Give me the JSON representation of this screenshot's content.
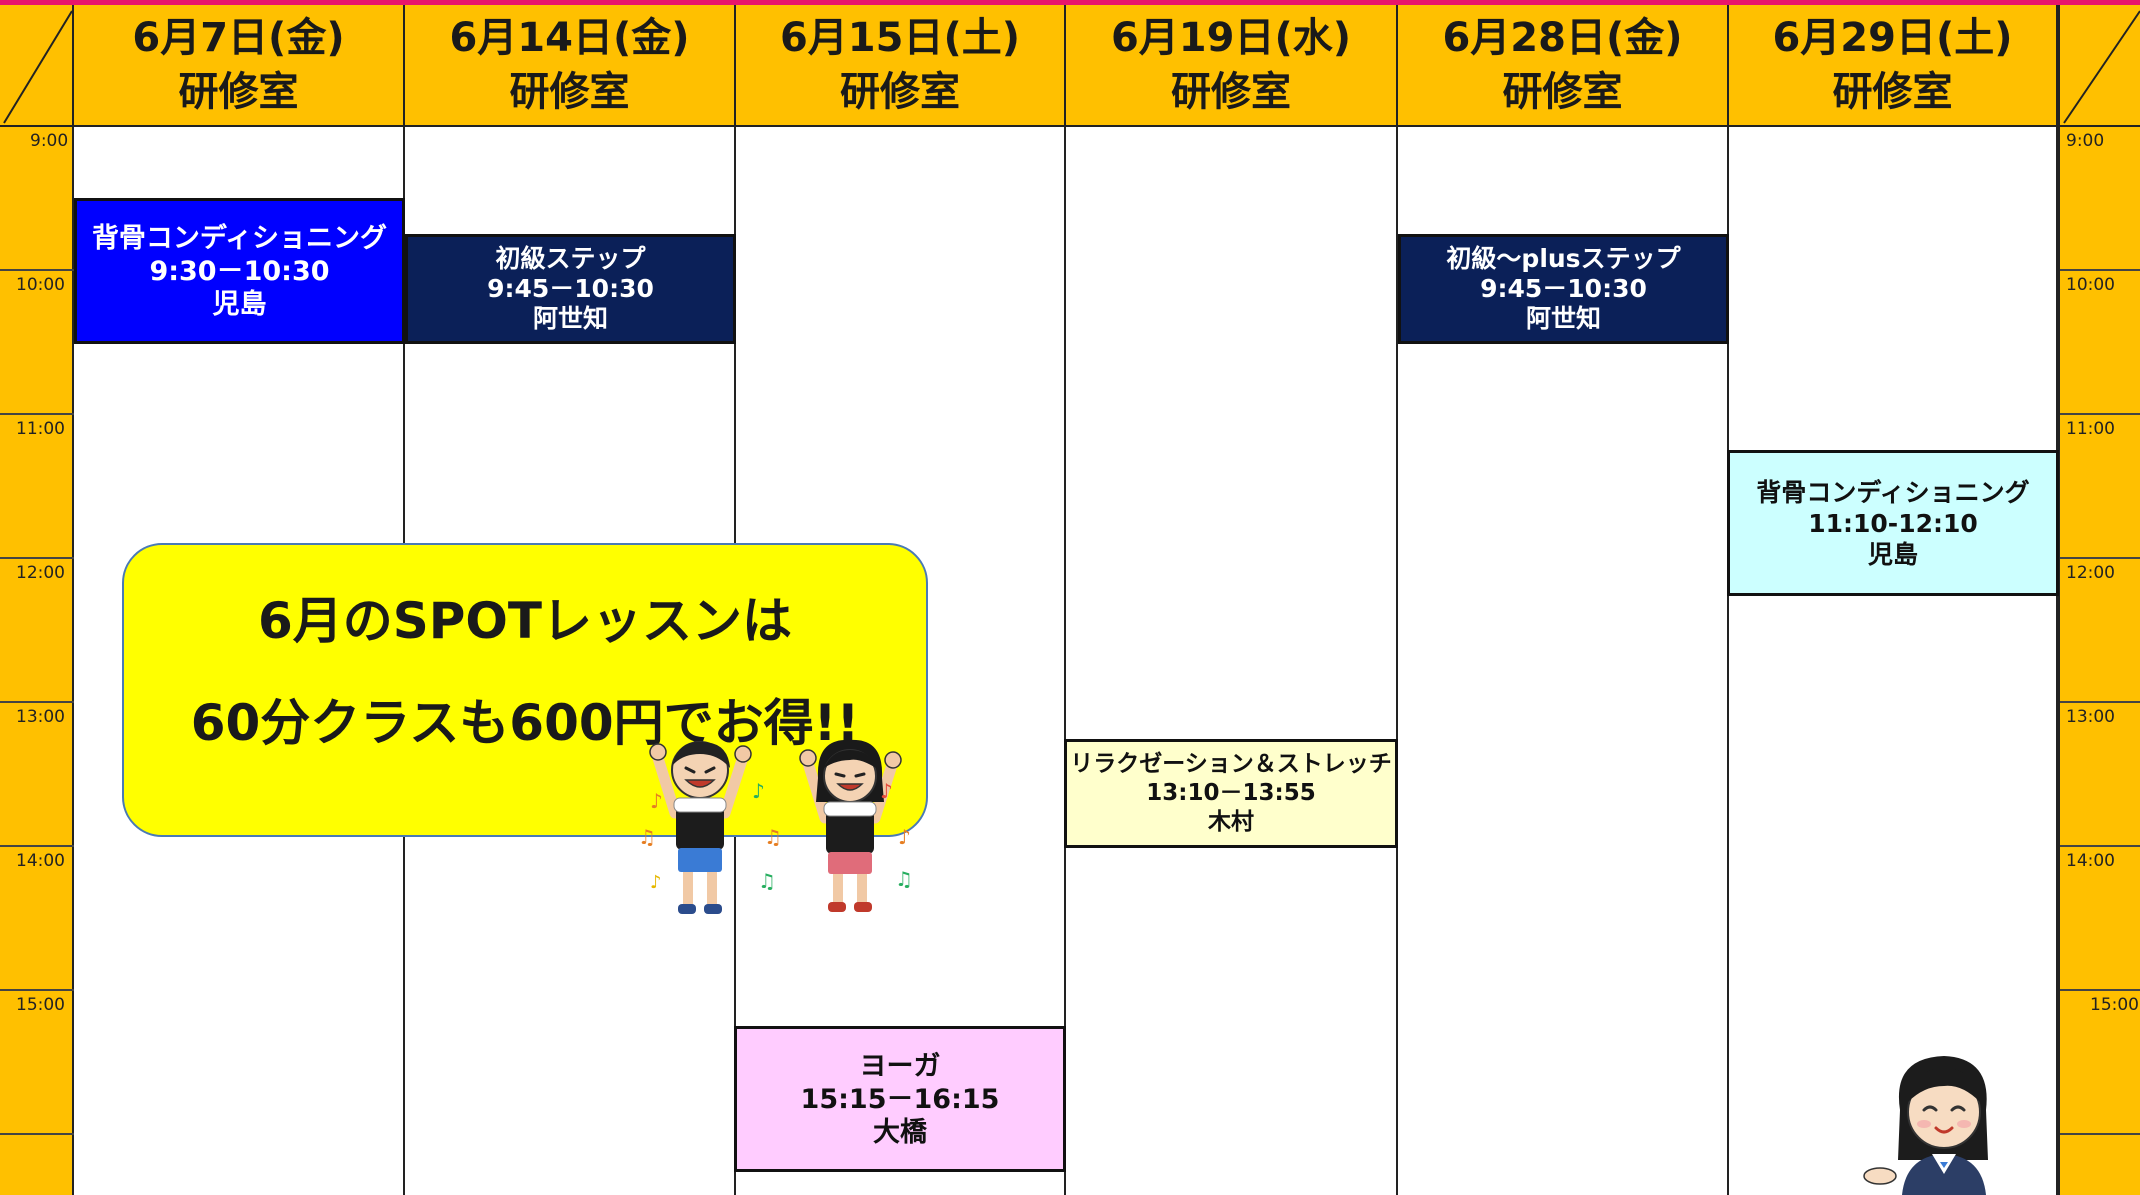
{
  "days": [
    {
      "date": "6月7日(金)",
      "room": "研修室"
    },
    {
      "date": "6月14日(金)",
      "room": "研修室"
    },
    {
      "date": "6月15日(土)",
      "room": "研修室"
    },
    {
      "date": "6月19日(水)",
      "room": "研修室"
    },
    {
      "date": "6月28日(金)",
      "room": "研修室"
    },
    {
      "date": "6月29日(土)",
      "room": "研修室"
    }
  ],
  "times": [
    "9:00",
    "10:00",
    "11:00",
    "12:00",
    "13:00",
    "14:00",
    "15:00"
  ],
  "events": [
    {
      "title": "背骨コンディショニング",
      "time": "9:30－10:30",
      "instructor": "児島",
      "color": "#0000ff",
      "text_color": "#ffffff"
    },
    {
      "title": "初級ステップ",
      "time": "9:45－10:30",
      "instructor": "阿世知",
      "color": "#0b2058",
      "text_color": "#ffffff"
    },
    {
      "title": "初級～plusステップ",
      "time": "9:45－10:30",
      "instructor": "阿世知",
      "color": "#0b2058",
      "text_color": "#ffffff"
    },
    {
      "title": "背骨コンディショニング",
      "time": "11:10-12:10",
      "instructor": "児島",
      "color": "#ccffff",
      "text_color": "#111111"
    },
    {
      "title": "リラクゼーション＆ストレッチ",
      "time": "13:10－13:55",
      "instructor": "木村",
      "color": "#ffffcc",
      "text_color": "#111111"
    },
    {
      "title": "ヨーガ",
      "time": "15:15－16:15",
      "instructor": "大橋",
      "color": "#ffccff",
      "text_color": "#111111"
    }
  ],
  "banner": {
    "line1": "6月のSPOTレッスンは",
    "line2": "60分クラスも600円でお得!!"
  },
  "colors": {
    "header_bg": "#ffc000",
    "accent_line": "#e8156b",
    "banner_bg": "#ffff00"
  },
  "icons": [
    "cheering-kids-illustration",
    "staff-woman-illustration"
  ]
}
